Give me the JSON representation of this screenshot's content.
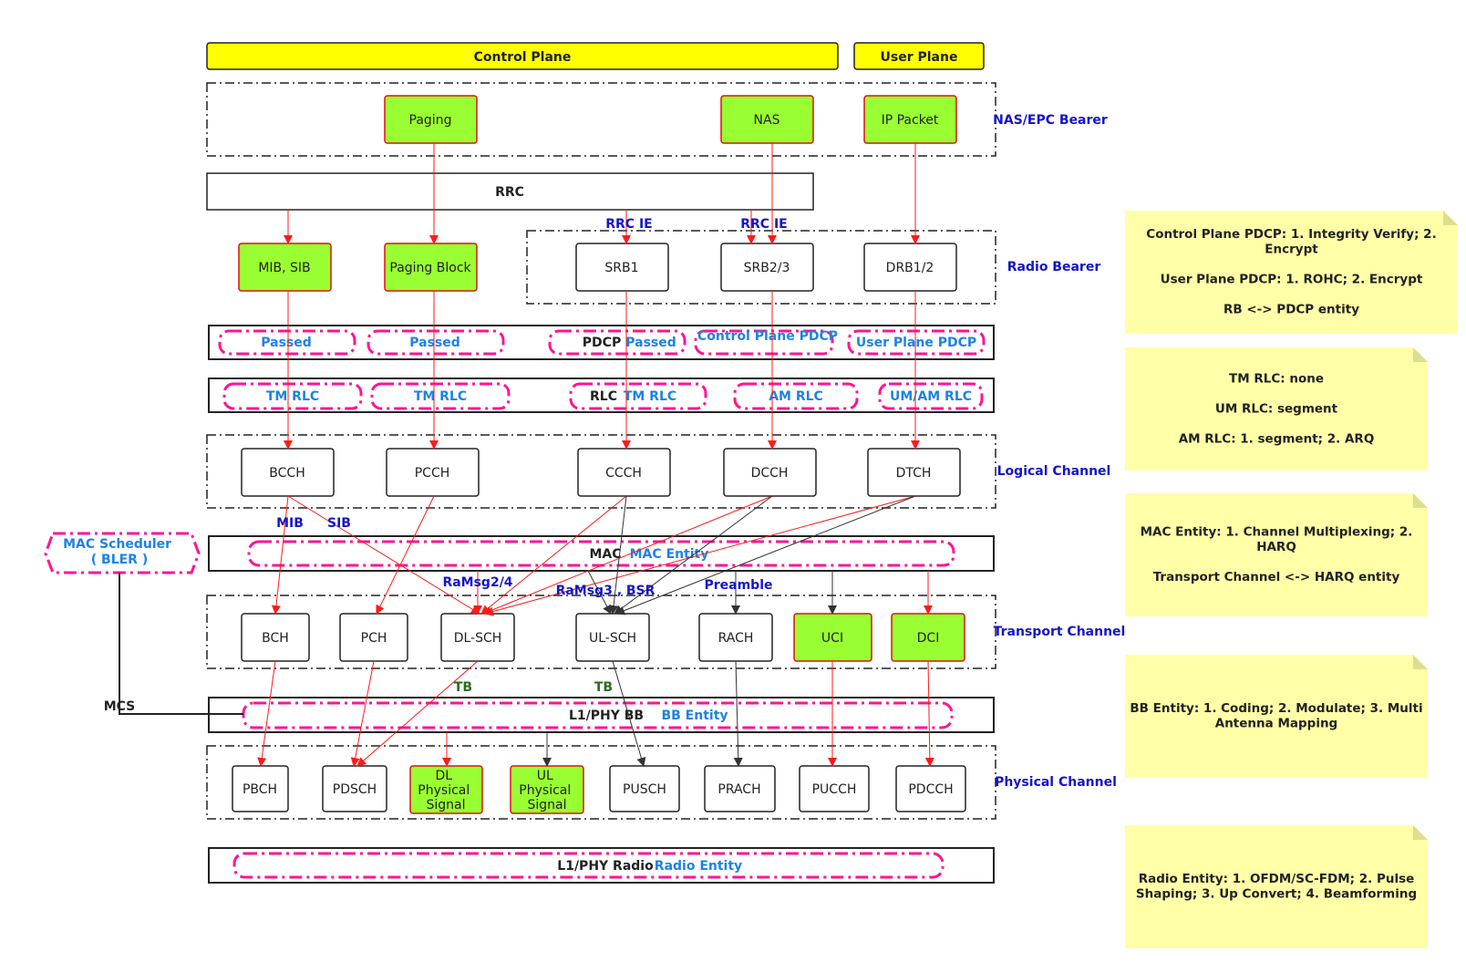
{
  "planes": {
    "control": "Control Plane",
    "user": "User Plane"
  },
  "layers": {
    "nas_epc": "NAS/EPC Bearer",
    "radio_bearer": "Radio Bearer",
    "logical": "Logical Channel",
    "transport": "Transport Channel",
    "physical": "Physical Channel"
  },
  "boxes": {
    "paging": "Paging",
    "nas": "NAS",
    "ip_packet": "IP Packet",
    "rrc": "RRC",
    "mib_sib": "MIB, SIB",
    "paging_block": "Paging Block",
    "srb1": "SRB1",
    "srb23": "SRB2/3",
    "drb12": "DRB1/2",
    "bcch": "BCCH",
    "pcch": "PCCH",
    "ccch": "CCCH",
    "dcch": "DCCH",
    "dtch": "DTCH",
    "bch": "BCH",
    "pch": "PCH",
    "dlsch": "DL-SCH",
    "ulsch": "UL-SCH",
    "rach": "RACH",
    "uci": "UCI",
    "dci": "DCI",
    "pbch": "PBCH",
    "pdsch": "PDSCH",
    "dl_phys": "DL Physical Signal",
    "ul_phys": "UL Physical Signal",
    "pusch": "PUSCH",
    "prach": "PRACH",
    "pucch": "PUCCH",
    "pdcch": "PDCCH"
  },
  "layer_names": {
    "pdcp": "PDCP",
    "rlc": "RLC",
    "mac": "MAC",
    "l1_bb": "L1/PHY BB",
    "l1_radio": "L1/PHY Radio"
  },
  "entities": {
    "pdcp": [
      "Passed",
      "Passed",
      "Passed",
      "Control Plane PDCP",
      "User Plane PDCP"
    ],
    "rlc": [
      "TM RLC",
      "TM RLC",
      "TM RLC",
      "AM RLC",
      "UM/AM RLC"
    ],
    "mac": "MAC Entity",
    "bb": "BB Entity",
    "radio": "Radio Entity",
    "scheduler": "MAC Scheduler ( BLER )"
  },
  "edge_labels": {
    "rrc_ie_1": "RRC IE",
    "rrc_ie_2": "RRC IE",
    "mib": "MIB",
    "sib": "SIB",
    "ramsg24": "RaMsg2/4",
    "ramsg3": "RaMsg3 , BSR",
    "preamble": "Preamble",
    "tb1": "TB",
    "tb2": "TB",
    "mcs": "MCS"
  },
  "notes": [
    [
      "Control Plane PDCP: 1. Integrity Verify; 2.",
      "Encrypt",
      "",
      "User Plane PDCP: 1. ROHC; 2. Encrypt",
      "",
      "RB <-> PDCP entity"
    ],
    [
      "TM RLC: none",
      "",
      "UM RLC: segment",
      "",
      "AM RLC: 1. segment; 2. ARQ"
    ],
    [
      "MAC Entity: 1. Channel Multiplexing; 2.",
      "HARQ",
      "",
      "Transport Channel <-> HARQ entity"
    ],
    [
      "BB Entity: 1. Coding; 2. Modulate; 3. Multi",
      "Antenna Mapping"
    ],
    [
      "Radio Entity: 1. OFDM/SC-FDM; 2. Pulse",
      "Shaping; 3. Up Convert; 4. Beamforming"
    ]
  ],
  "colors": {
    "green_box": "#99ff33",
    "plane_bar": "#ffff00",
    "entity_border": "#ff1493",
    "note": "#ffffa8",
    "arrow_red": "#ff1a1a"
  }
}
